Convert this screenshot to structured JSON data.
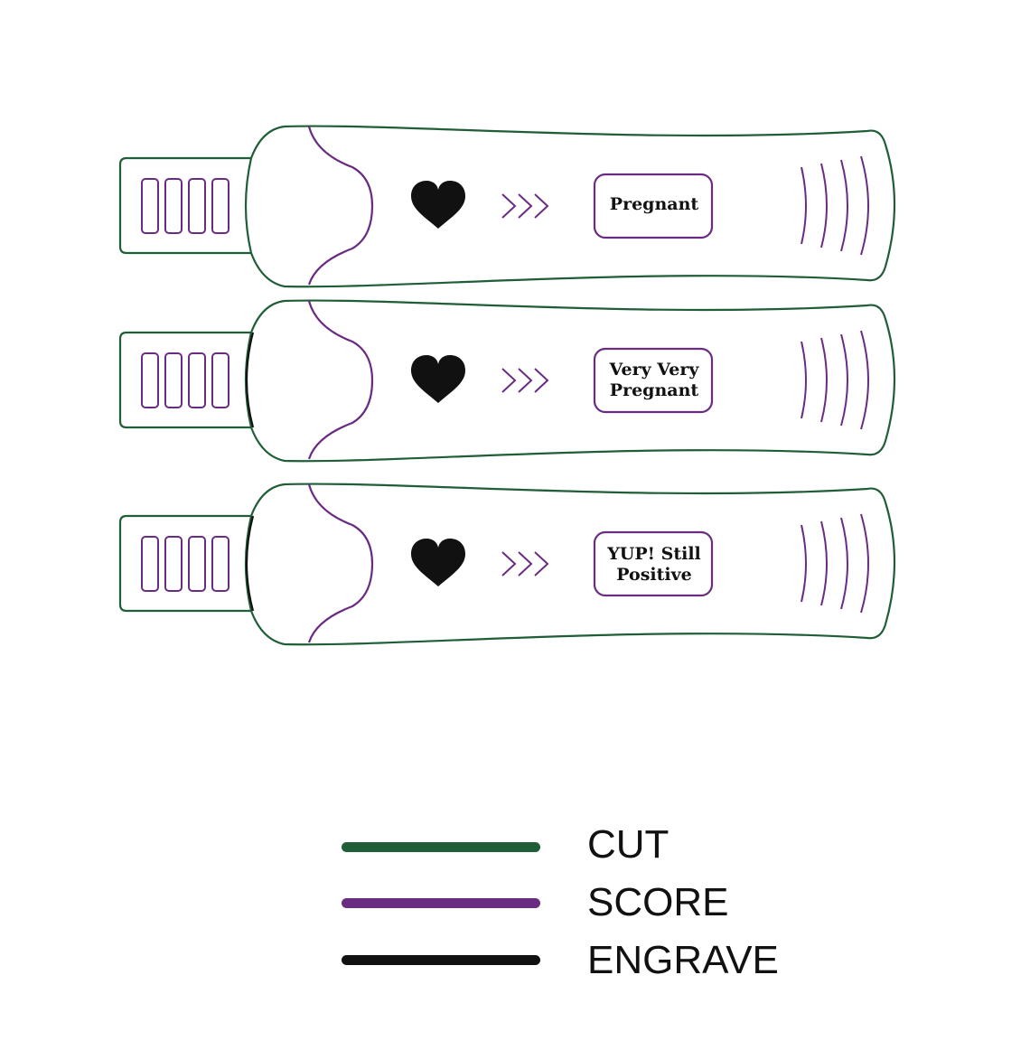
{
  "colors": {
    "cut": "#1f5e36",
    "score": "#6a2c82",
    "engrave": "#111111",
    "background": "#ffffff"
  },
  "tests": [
    {
      "label_lines": [
        "Pregnant"
      ],
      "icon": "heart-icon",
      "arrows_icon": "triple-chevron-icon"
    },
    {
      "label_lines": [
        "Very Very",
        "Pregnant"
      ],
      "icon": "heart-icon",
      "arrows_icon": "triple-chevron-icon"
    },
    {
      "label_lines": [
        "YUP! Still",
        "Positive"
      ],
      "icon": "heart-icon",
      "arrows_icon": "triple-chevron-icon"
    }
  ],
  "legend": [
    {
      "label": "CUT",
      "color": "#1f5e36"
    },
    {
      "label": "SCORE",
      "color": "#6a2c82"
    },
    {
      "label": "ENGRAVE",
      "color": "#111111"
    }
  ]
}
